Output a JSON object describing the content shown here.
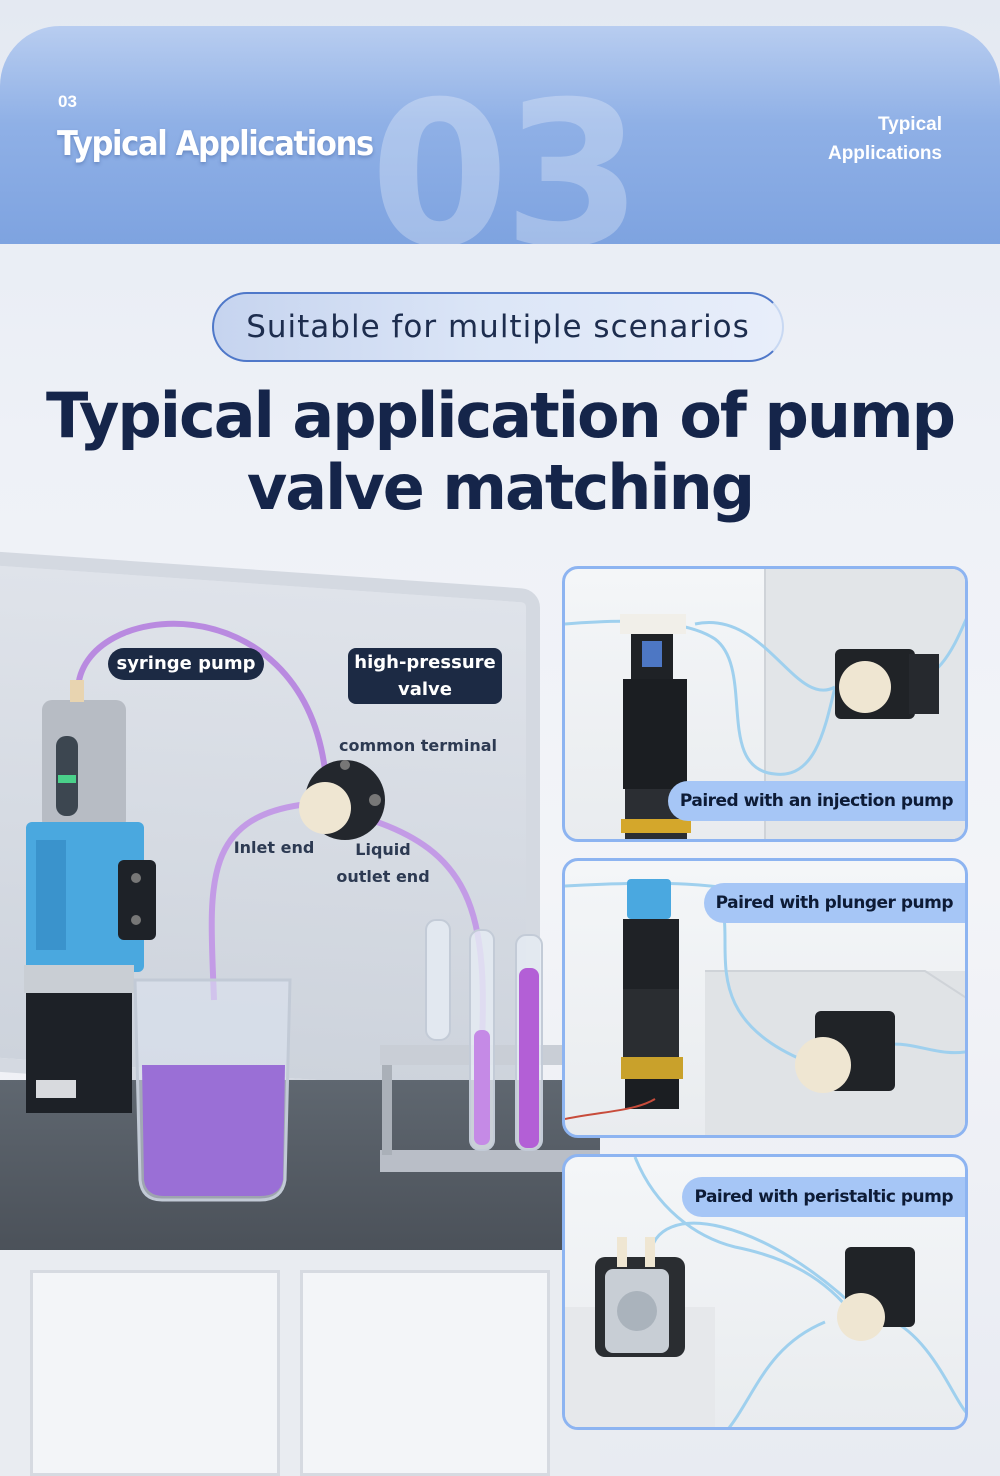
{
  "header": {
    "number": "03",
    "title": "Typical Applications",
    "big_number": "03",
    "right_label": "Typical Applications"
  },
  "subtitle": "Suitable for multiple scenarios",
  "main_title": {
    "line1": "Typical application of pump",
    "line2": "valve matching"
  },
  "illustration": {
    "syringe_pump": "syringe pump",
    "high_pressure_valve": "high-pressure valve",
    "common_terminal": "common terminal",
    "inlet_end": "Inlet end",
    "liquid_outlet_end": "Liquid outlet end"
  },
  "cards": [
    {
      "caption": "Paired with an injection pump"
    },
    {
      "caption": "Paired with plunger pump"
    },
    {
      "caption": "Paired with peristaltic pump"
    }
  ],
  "colors": {
    "header_blue": "#8fb0e6",
    "title_navy": "#15254a",
    "caption_blue": "#a6c6f6",
    "tube_purple": "#b07ad8",
    "tube_blue": "#bfe0f5"
  }
}
